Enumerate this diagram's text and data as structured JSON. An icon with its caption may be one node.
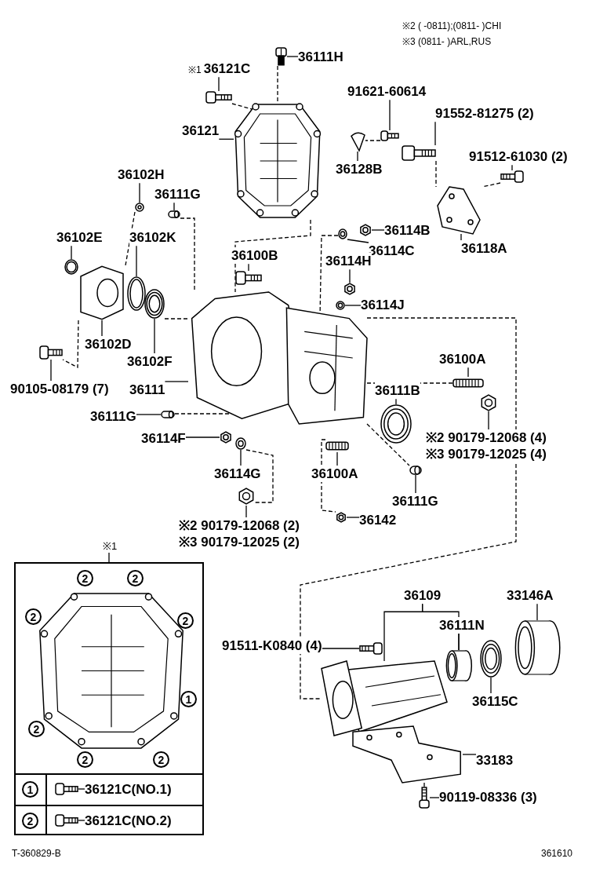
{
  "diagram": {
    "nodes": [
      {
        "text": [
          "36111H"
        ]
      },
      {
        "text": [],
        "shape": "picture"
      },
      {
        "text": [
          "36121C"
        ],
        "beside": [
          "※1"
        ]
      },
      {
        "text": [],
        "shape": "picture"
      },
      {
        "text": [
          "36121"
        ]
      },
      {
        "text": [],
        "shape": "picture"
      },
      {
        "text": [
          "91621-60614"
        ]
      },
      {
        "text": [],
        "shape": "picture"
      },
      {
        "text": [
          "36128B"
        ]
      },
      {
        "text": [],
        "shape": "picture"
      },
      {
        "text": [
          "91552-81275 (2)"
        ]
      },
      {
        "text": [],
        "shape": "picture"
      },
      {
        "text": [
          "91512-61030 (2)"
        ]
      },
      {
        "text": [],
        "shape": "picture"
      },
      {
        "text": [
          "36118A"
        ]
      },
      {
        "text": [],
        "shape": "picture"
      },
      {
        "text": [
          "36102H"
        ]
      },
      {
        "text": [],
        "shape": "picture"
      },
      {
        "text": [
          "36111G"
        ]
      },
      {
        "text": [],
        "shape": "picture"
      },
      {
        "text": [
          "36102E"
        ]
      },
      {
        "text": [],
        "shape": "picture"
      },
      {
        "text": [
          "36102K"
        ]
      },
      {
        "text": [],
        "shape": "picture"
      },
      {
        "text": [
          "36114B"
        ]
      },
      {
        "text": [],
        "shape": "picture"
      },
      {
        "text": [
          "36114C"
        ]
      },
      {
        "text": [],
        "shape": "picture"
      },
      {
        "text": [
          "36100B"
        ]
      },
      {
        "text": [],
        "shape": "picture"
      },
      {
        "text": [
          "36114H"
        ]
      },
      {
        "text": [],
        "shape": "picture"
      },
      {
        "text": [
          "36114J"
        ]
      },
      {
        "text": [],
        "shape": "picture"
      },
      {
        "text": [
          "36102D"
        ]
      },
      {
        "text": [],
        "shape": "picture"
      },
      {
        "text": [
          "36102F"
        ]
      },
      {
        "text": [],
        "shape": "picture"
      },
      {
        "text": [
          "90105-08179 (7)"
        ]
      },
      {
        "text": [],
        "shape": "picture"
      },
      {
        "text": [
          "36111"
        ]
      },
      {
        "text": [],
        "shape": "picture"
      },
      {
        "text": [
          "36111G"
        ]
      },
      {
        "text": [],
        "shape": "picture"
      },
      {
        "text": [
          "36114F"
        ]
      },
      {
        "text": [],
        "shape": "picture"
      },
      {
        "text": [
          "36114G"
        ]
      },
      {
        "text": [],
        "shape": "picture"
      },
      {
        "text": [
          "36100A"
        ]
      },
      {
        "text": [],
        "shape": "picture"
      },
      {
        "text": [
          "36111B"
        ]
      },
      {
        "text": [],
        "shape": "picture"
      },
      {
        "text": [
          "36100A"
        ]
      },
      {
        "text": [],
        "shape": "picture"
      },
      {
        "text": [
          "※2 90179-12068 (4)",
          "※3 90179-12025 (4)"
        ]
      },
      {
        "text": [],
        "shape": "picture"
      },
      {
        "text": [
          "36111G"
        ]
      },
      {
        "text": [],
        "shape": "picture"
      },
      {
        "text": [
          "36142"
        ]
      },
      {
        "text": [],
        "shape": "picture"
      },
      {
        "text": [
          "※2 90179-12068 (2)",
          "※3 90179-12025 (2)"
        ]
      },
      {
        "text": [],
        "shape": "picture"
      },
      {
        "text": [
          "36109"
        ]
      },
      {
        "text": [],
        "shape": "picture"
      },
      {
        "text": [
          "33146A"
        ]
      },
      {
        "text": [],
        "shape": "picture"
      },
      {
        "text": [
          "36111N"
        ]
      },
      {
        "text": [],
        "shape": "picture"
      },
      {
        "text": [
          "91511-K0840 (4)"
        ]
      },
      {
        "text": [],
        "shape": "picture"
      },
      {
        "text": [
          "36115C"
        ]
      },
      {
        "text": [],
        "shape": "picture"
      },
      {
        "text": [
          "33183"
        ]
      },
      {
        "text": [],
        "shape": "picture"
      },
      {
        "text": [
          "90119-08336 (3)"
        ]
      },
      {
        "text": [],
        "shape": "picture"
      },
      {
        "text": [
          "※1"
        ]
      },
      {
        "text": [
          "36121C(NO.1)"
        ],
        "in": 76
      },
      {
        "text": [],
        "shape": "picture",
        "in": 76
      },
      {
        "text": [
          "36121C(NO.2)"
        ],
        "in": 76
      },
      {
        "text": [],
        "shape": "picture",
        "in": 76
      }
    ],
    "edges": [
      {
        "from": 0,
        "to": 1,
        "arrow": "none"
      },
      {
        "from": 2,
        "to": 3,
        "arrow": "none"
      },
      {
        "from": 4,
        "to": 5,
        "arrow": "none"
      },
      {
        "from": 6,
        "to": 7,
        "arrow": "none"
      },
      {
        "from": 8,
        "to": 9,
        "arrow": "none"
      },
      {
        "from": 10,
        "to": 11,
        "arrow": "none"
      },
      {
        "from": 12,
        "to": 13,
        "arrow": "none"
      },
      {
        "from": 14,
        "to": 15,
        "arrow": "none"
      },
      {
        "from": 16,
        "to": 17,
        "arrow": "none"
      },
      {
        "from": 18,
        "to": 19,
        "arrow": "none"
      },
      {
        "from": 20,
        "to": 21,
        "arrow": "none"
      },
      {
        "from": 22,
        "to": 23,
        "arrow": "none"
      },
      {
        "from": 24,
        "to": 25,
        "arrow": "none"
      },
      {
        "from": 26,
        "to": 27,
        "arrow": "none"
      },
      {
        "from": 28,
        "to": 29,
        "arrow": "none"
      },
      {
        "from": 30,
        "to": 31,
        "arrow": "none"
      },
      {
        "from": 32,
        "to": 33,
        "arrow": "none"
      },
      {
        "from": 34,
        "to": 35,
        "arrow": "none"
      },
      {
        "from": 36,
        "to": 37,
        "arrow": "none"
      },
      {
        "from": 38,
        "to": 39,
        "arrow": "none"
      },
      {
        "from": 40,
        "to": 41,
        "arrow": "none"
      },
      {
        "from": 42,
        "to": 43,
        "arrow": "none"
      },
      {
        "from": 44,
        "to": 45,
        "arrow": "none"
      },
      {
        "from": 46,
        "to": 47,
        "arrow": "none"
      },
      {
        "from": 48,
        "to": 49,
        "arrow": "none"
      },
      {
        "from": 50,
        "to": 51,
        "arrow": "none"
      },
      {
        "from": 52,
        "to": 53,
        "arrow": "none"
      },
      {
        "from": 54,
        "to": 55,
        "arrow": "none"
      },
      {
        "from": 56,
        "to": 57,
        "arrow": "none"
      },
      {
        "from": 58,
        "to": 59,
        "arrow": "none"
      },
      {
        "from": 60,
        "to": 61,
        "arrow": "none"
      },
      {
        "from": 62,
        "to": 63,
        "arrow": "none"
      },
      {
        "from": 62,
        "to": 67,
        "arrow": "none"
      },
      {
        "from": 64,
        "to": 65,
        "arrow": "none"
      },
      {
        "from": 66,
        "to": 67,
        "arrow": "none"
      },
      {
        "from": 68,
        "to": 69,
        "arrow": "none"
      },
      {
        "from": 70,
        "to": 71,
        "arrow": "none"
      },
      {
        "from": 72,
        "to": 73,
        "arrow": "none"
      },
      {
        "from": 74,
        "to": 75,
        "arrow": "none"
      },
      {
        "from": 77,
        "to": 78,
        "arrow": "none"
      },
      {
        "from": 79,
        "to": 80,
        "arrow": "none"
      },
      {
        "from": 1,
        "to": 5,
        "arrow": "none",
        "style": "dashed"
      },
      {
        "from": 3,
        "to": 5,
        "arrow": "none",
        "style": "dashed"
      },
      {
        "from": 5,
        "to": 41,
        "arrow": "none",
        "style": "dashed"
      },
      {
        "from": 7,
        "to": 9,
        "arrow": "none",
        "style": "dashed"
      },
      {
        "from": 11,
        "to": 15,
        "arrow": "none",
        "style": "dashed"
      },
      {
        "from": 13,
        "to": 15,
        "arrow": "none",
        "style": "dashed"
      },
      {
        "from": 27,
        "to": 41,
        "arrow": "none",
        "style": "dashed"
      },
      {
        "from": 37,
        "to": 41,
        "arrow": "none",
        "style": "dashed"
      },
      {
        "from": 17,
        "to": 35,
        "arrow": "none",
        "style": "dashed"
      },
      {
        "from": 19,
        "to": 41,
        "arrow": "none",
        "style": "dashed"
      },
      {
        "from": 35,
        "to": 39,
        "arrow": "none",
        "style": "dashed"
      },
      {
        "from": 41,
        "to": 63,
        "arrow": "none",
        "style": "dashed"
      },
      {
        "from": 73,
        "to": 75,
        "arrow": "none",
        "style": "dashed"
      },
      {
        "from": 43,
        "to": 41,
        "arrow": "none",
        "style": "dashed"
      },
      {
        "from": 47,
        "to": 61,
        "arrow": "none",
        "style": "dashed"
      },
      {
        "from": 53,
        "to": 59,
        "arrow": "none",
        "style": "dashed"
      },
      {
        "from": 41,
        "to": 57,
        "arrow": "none",
        "style": "dashed"
      },
      {
        "from": 41,
        "to": 49,
        "arrow": "none",
        "style": "dashed"
      }
    ],
    "labels": [
      "※2 ( -0811);(0811- )CHI",
      "※3 (0811- )ARL,RUS",
      "2",
      "2",
      "2",
      "2",
      "1",
      "2",
      "2",
      "2",
      "1",
      "2",
      "T-360829-B",
      "361610"
    ]
  }
}
